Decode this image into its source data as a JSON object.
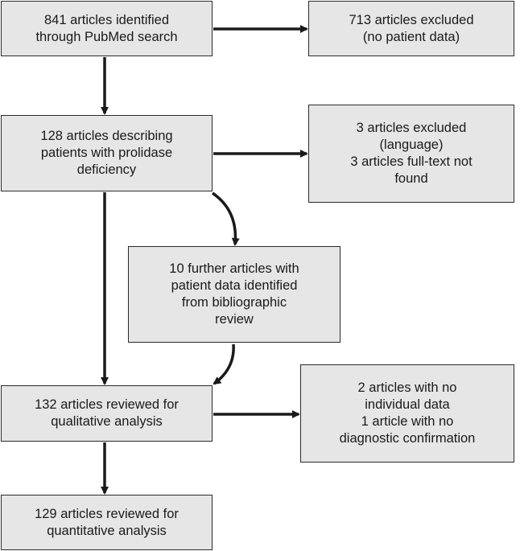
{
  "flowchart": {
    "box_identified": [
      "841 articles identified",
      "through PubMed search"
    ],
    "box_excluded_no_data": [
      "713 articles excluded",
      "(no patient data)"
    ],
    "box_describing": [
      "128 articles describing",
      "patients with prolidase",
      "deficiency"
    ],
    "box_excluded_language": [
      "3 articles excluded",
      "(language)",
      "3 articles full-text not",
      "found"
    ],
    "box_further": [
      "10 further articles with",
      "patient data identified",
      "from bibliographic",
      "review"
    ],
    "box_qualitative": [
      "132 articles reviewed for",
      "qualitative analysis"
    ],
    "box_no_individual": [
      "2 articles with no",
      "individual data",
      "1 article with no",
      "diagnostic confirmation"
    ],
    "box_quantitative": [
      "129 articles reviewed for",
      "quantitative analysis"
    ]
  },
  "colors": {
    "box_fill": "#e6e6e6",
    "stroke": "#1a1a1a"
  }
}
